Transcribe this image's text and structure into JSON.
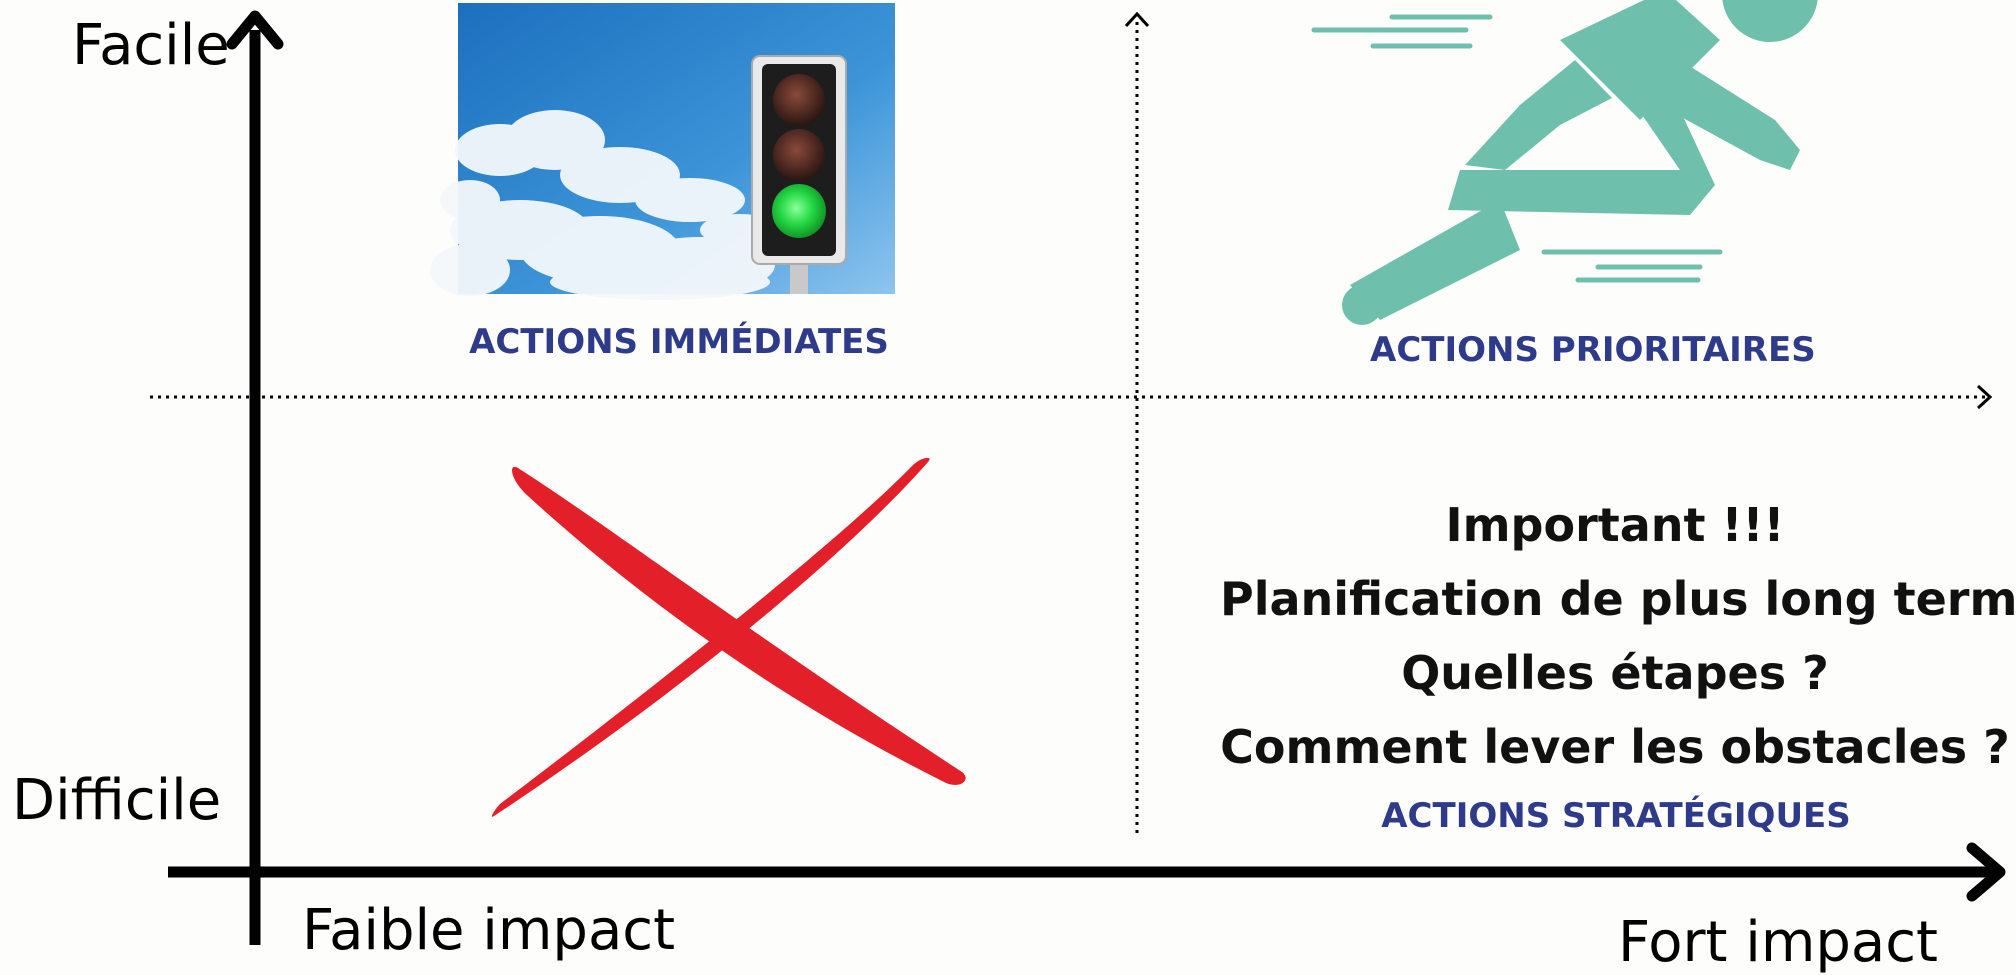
{
  "axes": {
    "y_top_label": "Facile",
    "y_bottom_label": "Difficile",
    "x_left_label": "Faible impact",
    "x_right_label": "Fort impact"
  },
  "quadrants": {
    "top_left": {
      "title": "ACTIONS IMMÉDIATES",
      "image": "traffic-light-green-icon"
    },
    "top_right": {
      "title": "ACTIONS PRIORITAIRES",
      "image": "sprinting-runner-icon"
    },
    "bottom_left": {
      "image": "red-cross-icon"
    },
    "bottom_right": {
      "title": "ACTIONS STRATÉGIQUES",
      "notes": [
        "Important !!!",
        "Planification de plus long terme",
        "Quelles étapes ?",
        "Comment lever les obstacles ?"
      ]
    }
  },
  "colors": {
    "title_blue": "#2e3b8a",
    "runner_teal": "#6ec0ad",
    "cross_red": "#e3202a",
    "sky_blue": "#2f86cf",
    "light_green": "#27d94a"
  }
}
